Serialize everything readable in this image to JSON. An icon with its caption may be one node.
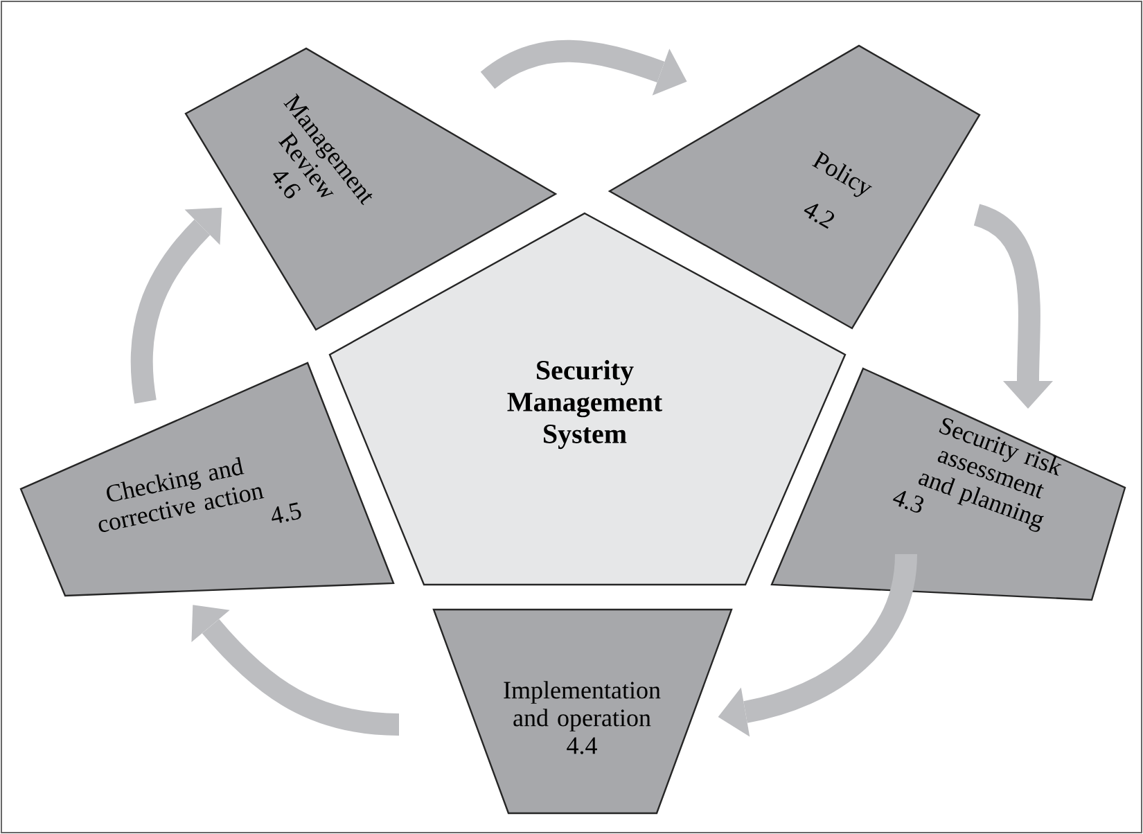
{
  "diagram": {
    "nodes": [
      {
        "text": [
          "Security Management System"
        ]
      },
      {
        "text": [
          "Policy",
          "4.2"
        ]
      },
      {
        "text": [
          "Security risk assessment and planning",
          "4.3"
        ]
      },
      {
        "text": [
          "Implementation and operation",
          "4.4"
        ]
      },
      {
        "text": [
          "Checking and corrective action",
          "4.5"
        ]
      },
      {
        "text": [
          "Management Review",
          "4.6"
        ]
      }
    ],
    "edges": [
      {
        "from": 5,
        "to": 1,
        "arrow": "to"
      },
      {
        "from": 1,
        "to": 2,
        "arrow": "to"
      },
      {
        "from": 2,
        "to": 3,
        "arrow": "to"
      },
      {
        "from": 3,
        "to": 4,
        "arrow": "to"
      },
      {
        "from": 4,
        "to": 5,
        "arrow": "to"
      }
    ]
  }
}
